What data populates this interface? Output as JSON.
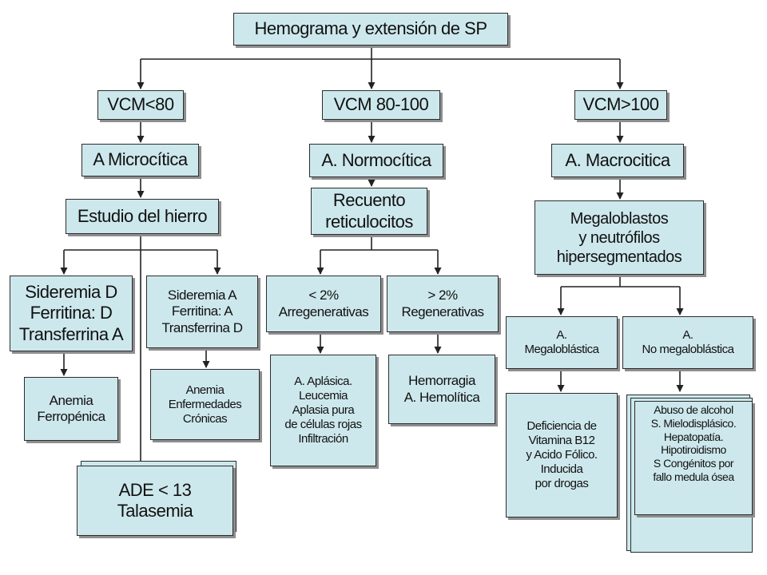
{
  "root": {
    "lines": [
      "Hemograma y extensión de SP"
    ]
  },
  "level1": {
    "left": {
      "lines": [
        "VCM<80"
      ]
    },
    "center": {
      "lines": [
        "VCM 80-100"
      ]
    },
    "right": {
      "lines": [
        "VCM>100"
      ]
    }
  },
  "level2": {
    "left": {
      "lines": [
        "A Microcítica"
      ]
    },
    "center": {
      "lines": [
        "A. Normocítica"
      ]
    },
    "right": {
      "lines": [
        "A. Macrocitica"
      ]
    }
  },
  "level3": {
    "left": {
      "lines": [
        "Estudio del hierro"
      ]
    },
    "center": {
      "lines": [
        "Recuento",
        "reticulocitos"
      ]
    },
    "right": {
      "lines": [
        "Megaloblastos",
        "y neutrófilos",
        "hipersegmentados"
      ]
    }
  },
  "micro": {
    "ferropenic_params": {
      "lines": [
        "Sideremia D",
        "Ferritina: D",
        "Transferrina A"
      ]
    },
    "chronic_params": {
      "lines": [
        "Sideremia A",
        "Ferritina: A",
        "Transferrina D"
      ]
    },
    "ferropenic": {
      "lines": [
        "Anemia",
        "Ferropénica"
      ]
    },
    "chronic": {
      "lines": [
        "Anemia",
        "Enfermedades",
        "Crónicas"
      ]
    },
    "thalassemia": {
      "lines": [
        "ADE < 13",
        "Talasemia"
      ]
    }
  },
  "normo": {
    "arregenerative": {
      "lines": [
        "< 2%",
        "Arregenerativas"
      ]
    },
    "regenerative": {
      "lines": [
        "> 2%",
        "Regenerativas"
      ]
    },
    "arregenerative_causes": {
      "lines": [
        "A. Aplásica.",
        "Leucemia",
        "Aplasia pura",
        "de células rojas",
        "Infiltración"
      ]
    },
    "regenerative_causes": {
      "lines": [
        "Hemorragia",
        "A. Hemolítica"
      ]
    }
  },
  "macro": {
    "megaloblastic": {
      "lines": [
        "A.",
        "Megaloblástica"
      ]
    },
    "non_megaloblastic": {
      "lines": [
        "A.",
        "No megaloblástica"
      ]
    },
    "megaloblastic_causes": {
      "lines": [
        "Deficiencia de",
        "Vitamina B12",
        "y Acido Fólico.",
        "Inducida",
        "por drogas"
      ]
    },
    "non_megaloblastic_causes": {
      "lines": [
        "Abuso de alcohol",
        "S. Mielodisplásico.",
        "Hepatopatía.",
        "Hipotiroidismo",
        "S Congénitos por",
        "fallo medula ósea"
      ]
    }
  },
  "colors": {
    "box_fill": "#cde8ec",
    "box_border": "#2c2c2c",
    "shadow": "#8e8e8e",
    "connector": "#222222"
  }
}
